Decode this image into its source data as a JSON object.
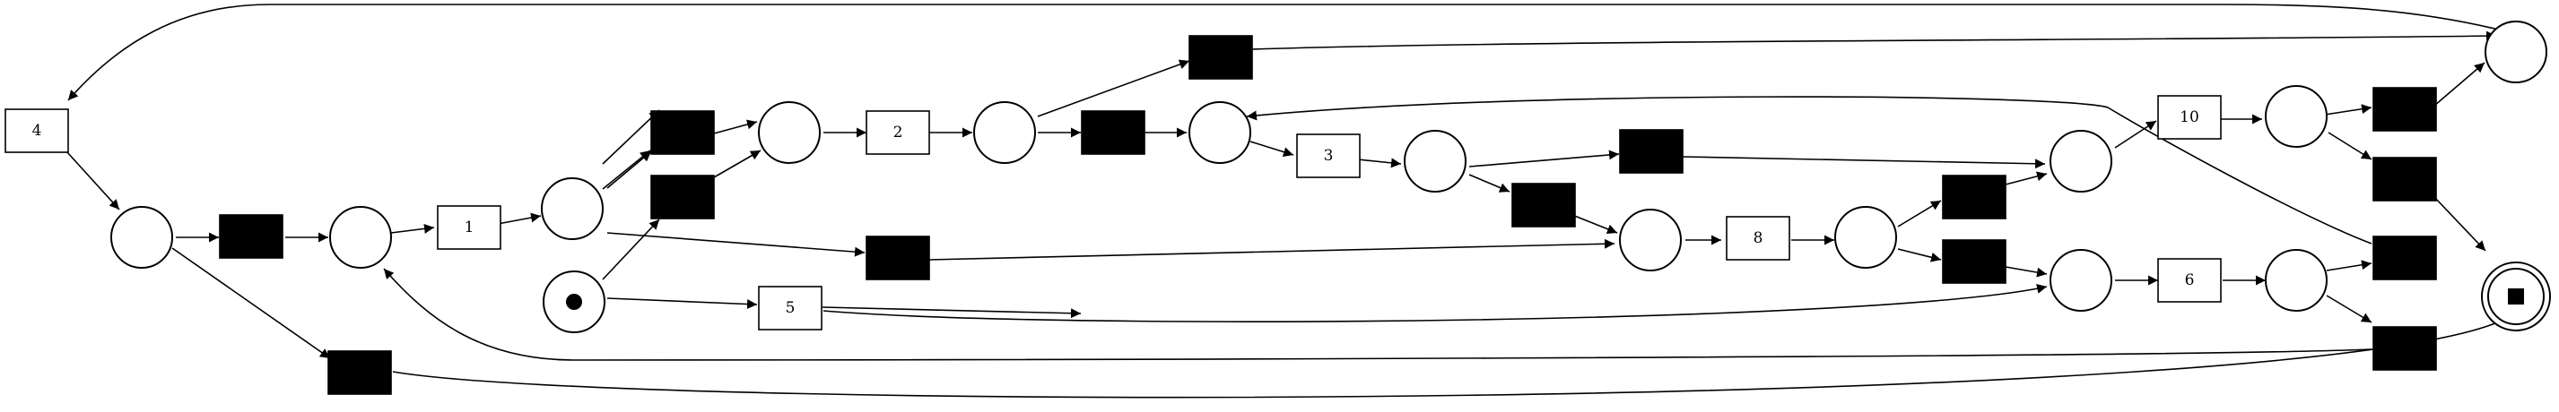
{
  "diagram": {
    "type": "petri-net",
    "colors": {
      "stroke": "#000000",
      "fill": "#ffffff",
      "silent": "#000000"
    },
    "transitions": [
      {
        "id": "t4",
        "label": "4"
      },
      {
        "id": "t1",
        "label": "1"
      },
      {
        "id": "t2",
        "label": "2"
      },
      {
        "id": "t3",
        "label": "3"
      },
      {
        "id": "t5",
        "label": "5"
      },
      {
        "id": "t8",
        "label": "8"
      },
      {
        "id": "t10",
        "label": "10"
      },
      {
        "id": "t6",
        "label": "6"
      }
    ],
    "initial_marking": "token in start place",
    "final_marking": "token in sink place"
  }
}
